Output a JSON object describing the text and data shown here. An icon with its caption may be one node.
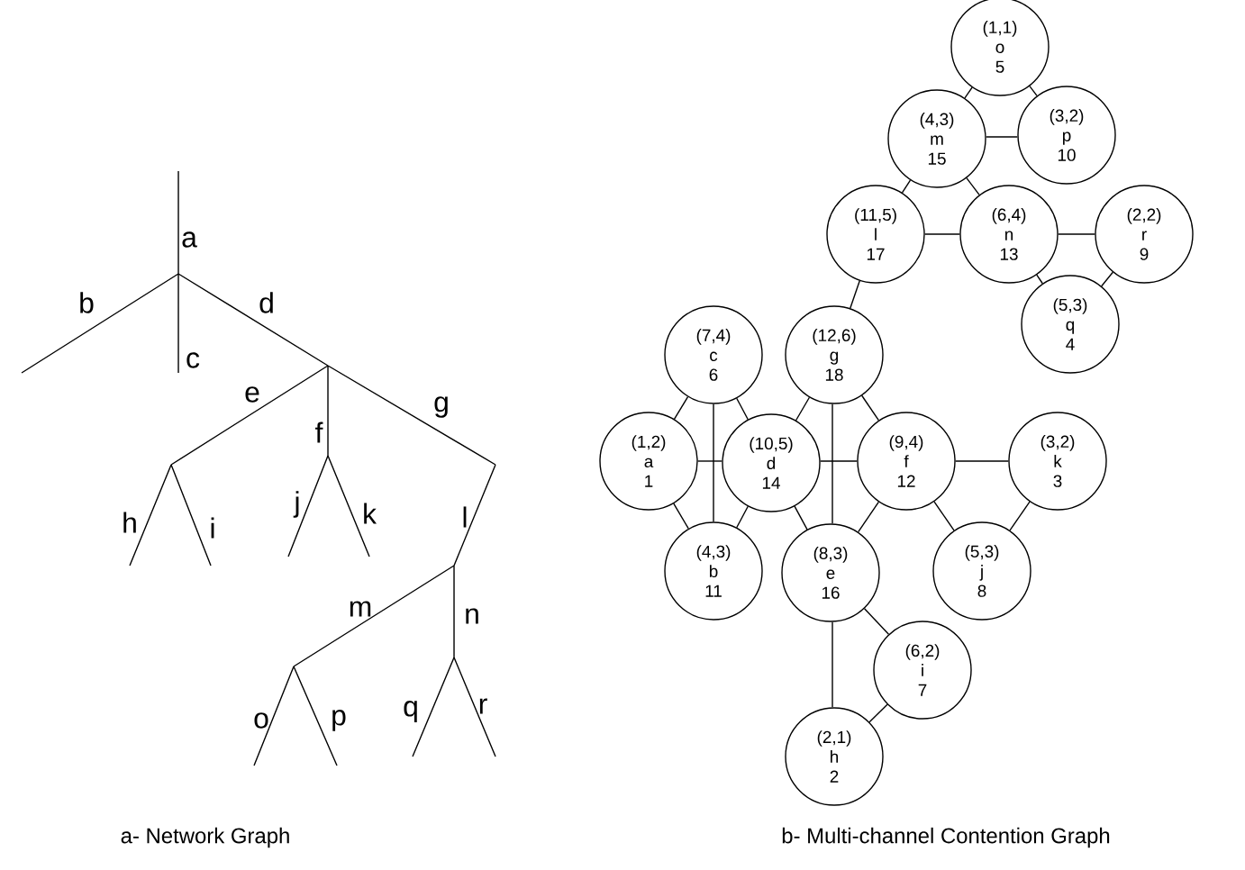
{
  "diagram": {
    "nodes": [
      {
        "text": [
          "(1,1)",
          "o",
          "5"
        ]
      },
      {
        "text": [
          "(4,3)",
          "m",
          "15"
        ]
      },
      {
        "text": [
          "(3,2)",
          "p",
          "10"
        ]
      },
      {
        "text": [
          "(11,5)",
          "l",
          "17"
        ]
      },
      {
        "text": [
          "(6,4)",
          "n",
          "13"
        ]
      },
      {
        "text": [
          "(2,2)",
          "r",
          "9"
        ]
      },
      {
        "text": [
          "(5,3)",
          "q",
          "4"
        ]
      },
      {
        "text": [
          "(7,4)",
          "c",
          "6"
        ]
      },
      {
        "text": [
          "(12,6)",
          "g",
          "18"
        ]
      },
      {
        "text": [
          "(1,2)",
          "a",
          "1"
        ]
      },
      {
        "text": [
          "(10,5)",
          "d",
          "14"
        ]
      },
      {
        "text": [
          "(9,4)",
          "f",
          "12"
        ]
      },
      {
        "text": [
          "(3,2)",
          "k",
          "3"
        ]
      },
      {
        "text": [
          "(4,3)",
          "b",
          "11"
        ]
      },
      {
        "text": [
          "(8,3)",
          "e",
          "16"
        ]
      },
      {
        "text": [
          "(5,3)",
          "j",
          "8"
        ]
      },
      {
        "text": [
          "(6,2)",
          "i",
          "7"
        ]
      },
      {
        "text": [
          "(2,1)",
          "h",
          "2"
        ]
      }
    ],
    "edges": [
      {
        "from": 0,
        "to": 1,
        "arrow": "none"
      },
      {
        "from": 0,
        "to": 2,
        "arrow": "none"
      },
      {
        "from": 1,
        "to": 2,
        "arrow": "none"
      },
      {
        "from": 1,
        "to": 3,
        "arrow": "none"
      },
      {
        "from": 1,
        "to": 4,
        "arrow": "none"
      },
      {
        "from": 3,
        "to": 4,
        "arrow": "none"
      },
      {
        "from": 4,
        "to": 5,
        "arrow": "none"
      },
      {
        "from": 4,
        "to": 6,
        "arrow": "none"
      },
      {
        "from": 6,
        "to": 5,
        "arrow": "none"
      },
      {
        "from": 3,
        "to": 8,
        "arrow": "none"
      },
      {
        "from": 8,
        "to": 10,
        "arrow": "none"
      },
      {
        "from": 8,
        "to": 11,
        "arrow": "none"
      },
      {
        "from": 8,
        "to": 14,
        "arrow": "none"
      },
      {
        "from": 7,
        "to": 9,
        "arrow": "none"
      },
      {
        "from": 7,
        "to": 10,
        "arrow": "none"
      },
      {
        "from": 7,
        "to": 13,
        "arrow": "none"
      },
      {
        "from": 9,
        "to": 10,
        "arrow": "none"
      },
      {
        "from": 9,
        "to": 13,
        "arrow": "none"
      },
      {
        "from": 10,
        "to": 13,
        "arrow": "none"
      },
      {
        "from": 10,
        "to": 11,
        "arrow": "none"
      },
      {
        "from": 10,
        "to": 14,
        "arrow": "none"
      },
      {
        "from": 11,
        "to": 14,
        "arrow": "none"
      },
      {
        "from": 11,
        "to": 12,
        "arrow": "none"
      },
      {
        "from": 11,
        "to": 15,
        "arrow": "none"
      },
      {
        "from": 12,
        "to": 15,
        "arrow": "none"
      },
      {
        "from": 14,
        "to": 16,
        "arrow": "none"
      },
      {
        "from": 14,
        "to": 17,
        "arrow": "none"
      },
      {
        "from": 16,
        "to": 17,
        "arrow": "none"
      }
    ],
    "labels": [
      "a",
      "b",
      "c",
      "d",
      "e",
      "f",
      "g",
      "h",
      "i",
      "j",
      "k",
      "l",
      "m",
      "n",
      "o",
      "p",
      "q",
      "r",
      "a- Network Graph",
      "b- Multi-channel Contention Graph"
    ]
  }
}
